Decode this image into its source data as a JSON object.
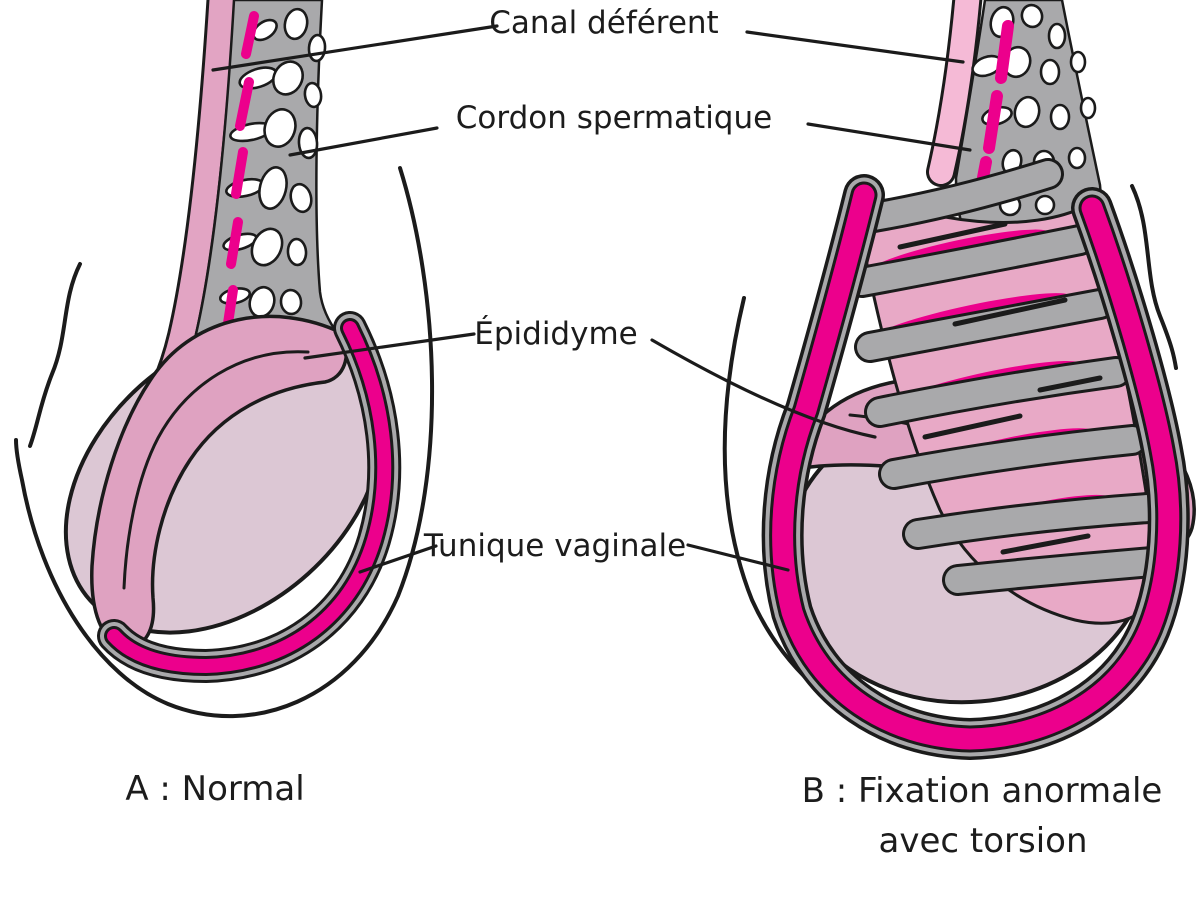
{
  "labels": {
    "canal_deferent": "Canal déférent",
    "cordon_spermatique": "Cordon spermatique",
    "epididyme": "Épididyme",
    "tunique_vaginale": "Tunique vaginale"
  },
  "panels": {
    "a": {
      "caption": "A : Normal"
    },
    "b": {
      "caption_line1": "B : Fixation anormale",
      "caption_line2": "avec torsion"
    }
  },
  "colors": {
    "magenta": "#EC008C",
    "pink_band": "#E2A4C3",
    "pale_band": "#F5BAD6",
    "torsion_pink": "#E8A9C6",
    "epididymis_pink": "#DFA2C1",
    "testis_mauve": "#DCC7D4",
    "cord_gray": "#A9A9AB",
    "outline": "#1B1B1B",
    "text": "#1C1C1C",
    "background": "#FFFFFF"
  }
}
